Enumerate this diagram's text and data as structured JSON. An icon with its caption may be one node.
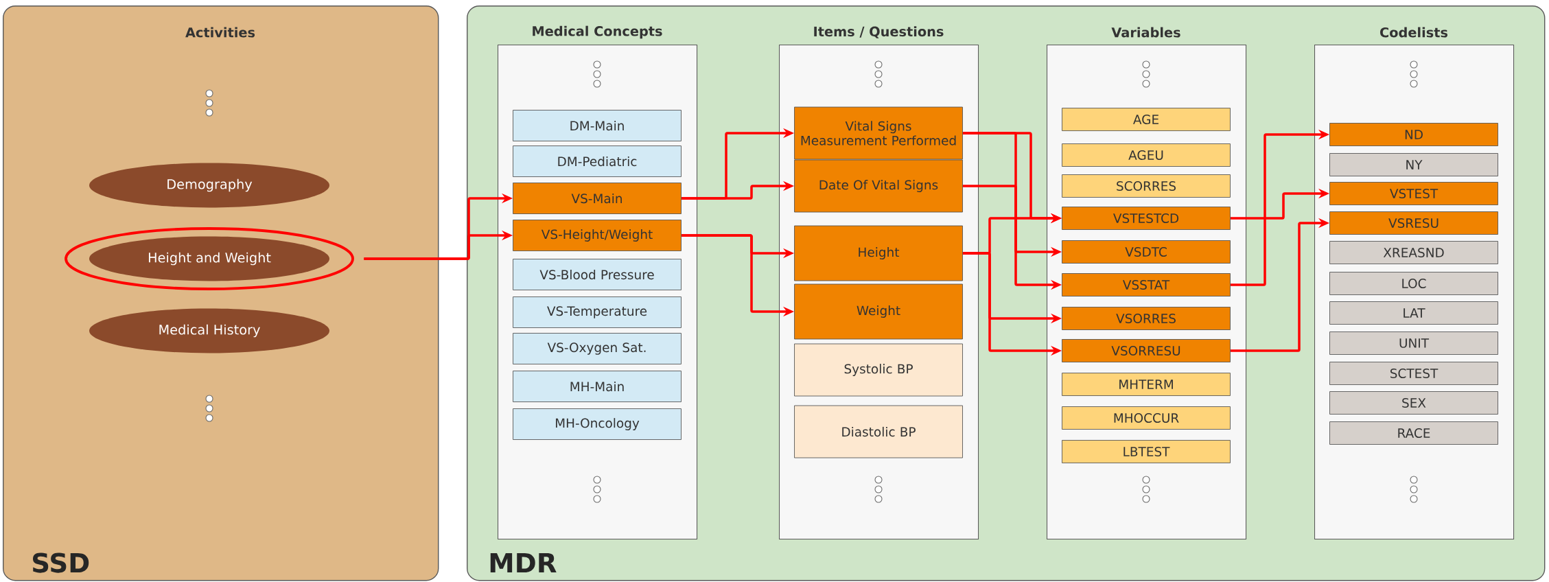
{
  "diagram": {
    "nodes": [
      {
        "text": [
          "Activities",
          "SSD"
        ]
      },
      {
        "text": [
          "Demography"
        ],
        "in": 0
      },
      {
        "text": [
          "Height and Weight"
        ],
        "in": 0
      },
      {
        "text": [
          "Medical History"
        ],
        "in": 0
      },
      {
        "text": [
          "MDR"
        ]
      },
      {
        "text": [
          "Medical Concepts"
        ],
        "in": 4
      },
      {
        "text": [
          "DM-Main"
        ],
        "in": 5
      },
      {
        "text": [
          "DM-Pediatric"
        ],
        "in": 5
      },
      {
        "text": [
          "VS-Main"
        ],
        "in": 5
      },
      {
        "text": [
          "VS-Height/Weight"
        ],
        "in": 5
      },
      {
        "text": [
          "VS-Blood Pressure"
        ],
        "in": 5
      },
      {
        "text": [
          "VS-Temperature"
        ],
        "in": 5
      },
      {
        "text": [
          "VS-Oxygen Sat."
        ],
        "in": 5
      },
      {
        "text": [
          "MH-Main"
        ],
        "in": 5
      },
      {
        "text": [
          "MH-Oncology"
        ],
        "in": 5
      },
      {
        "text": [
          "Items / Questions"
        ],
        "in": 4
      },
      {
        "text": [
          "Vital Signs Measurement Performed"
        ],
        "in": 15
      },
      {
        "text": [
          "Date Of Vital Signs"
        ],
        "in": 15
      },
      {
        "text": [
          "Height"
        ],
        "in": 15
      },
      {
        "text": [
          "Weight"
        ],
        "in": 15
      },
      {
        "text": [
          "Systolic BP"
        ],
        "in": 15
      },
      {
        "text": [
          "Diastolic BP"
        ],
        "in": 15
      },
      {
        "text": [
          "Variables"
        ],
        "in": 4
      },
      {
        "text": [
          "AGE"
        ],
        "in": 22
      },
      {
        "text": [
          "AGEU"
        ],
        "in": 22
      },
      {
        "text": [
          "SCORRES"
        ],
        "in": 22
      },
      {
        "text": [
          "VSTESTCD"
        ],
        "in": 22
      },
      {
        "text": [
          "VSDTC"
        ],
        "in": 22
      },
      {
        "text": [
          "VSSTAT"
        ],
        "in": 22
      },
      {
        "text": [
          "VSORRES"
        ],
        "in": 22
      },
      {
        "text": [
          "VSORRESU"
        ],
        "in": 22
      },
      {
        "text": [
          "MHTERM"
        ],
        "in": 22
      },
      {
        "text": [
          "MHOCCUR"
        ],
        "in": 22
      },
      {
        "text": [
          "LBTEST"
        ],
        "in": 22
      },
      {
        "text": [
          "Codelists"
        ],
        "in": 4
      },
      {
        "text": [
          "ND"
        ],
        "in": 34
      },
      {
        "text": [
          "NY"
        ],
        "in": 34
      },
      {
        "text": [
          "VSTEST"
        ],
        "in": 34
      },
      {
        "text": [
          "VSRESU"
        ],
        "in": 34
      },
      {
        "text": [
          "XREASND"
        ],
        "in": 34
      },
      {
        "text": [
          "LOC"
        ],
        "in": 34
      },
      {
        "text": [
          "LAT"
        ],
        "in": 34
      },
      {
        "text": [
          "UNIT"
        ],
        "in": 34
      },
      {
        "text": [
          "SCTEST"
        ],
        "in": 34
      },
      {
        "text": [
          "SEX"
        ],
        "in": 34
      },
      {
        "text": [
          "RACE"
        ],
        "in": 34
      }
    ],
    "edges": [
      {
        "from": 2,
        "to": 8,
        "arrow": "to"
      },
      {
        "from": 2,
        "to": 9,
        "arrow": "to"
      },
      {
        "from": 8,
        "to": 16,
        "arrow": "to"
      },
      {
        "from": 8,
        "to": 17,
        "arrow": "to"
      },
      {
        "from": 9,
        "to": 18,
        "arrow": "to"
      },
      {
        "from": 9,
        "to": 19,
        "arrow": "to"
      },
      {
        "from": 16,
        "to": 26,
        "arrow": "to"
      },
      {
        "from": 16,
        "to": 28,
        "arrow": "to"
      },
      {
        "from": 17,
        "to": 27,
        "arrow": "to"
      },
      {
        "from": 18,
        "to": 26,
        "arrow": "to"
      },
      {
        "from": 18,
        "to": 29,
        "arrow": "to"
      },
      {
        "from": 18,
        "to": 30,
        "arrow": "to"
      },
      {
        "from": 26,
        "to": 37,
        "arrow": "to"
      },
      {
        "from": 28,
        "to": 35,
        "arrow": "to"
      },
      {
        "from": 30,
        "to": 38,
        "arrow": "to"
      }
    ]
  }
}
